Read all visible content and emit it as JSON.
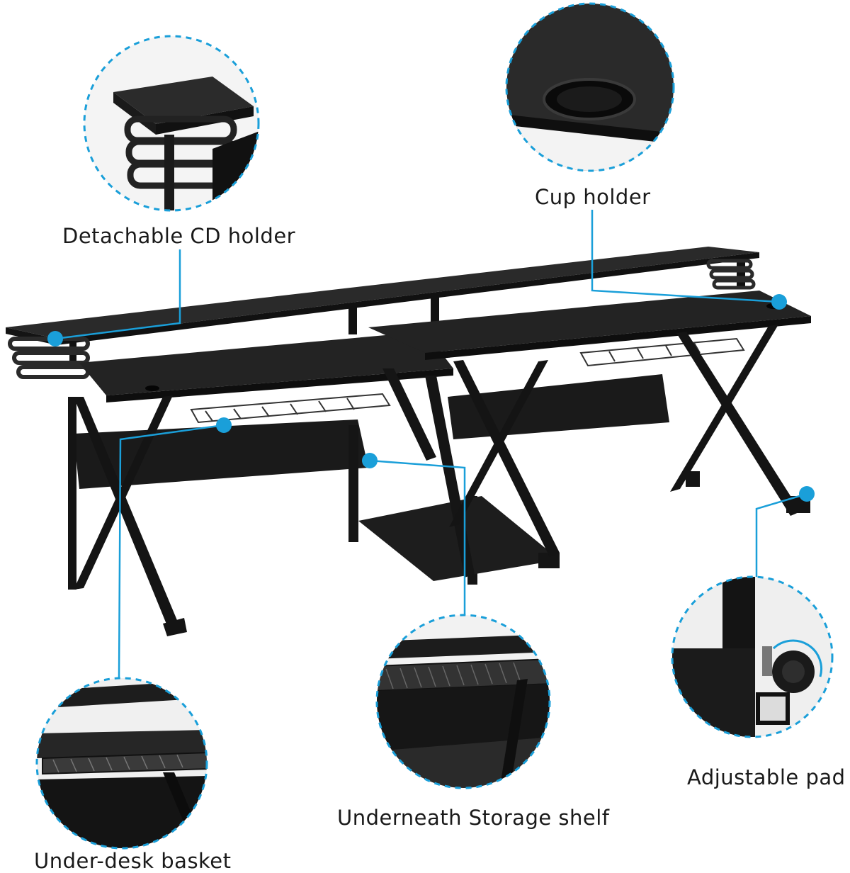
{
  "callouts": {
    "cd_holder": "Detachable CD holder",
    "cup_holder": "Cup holder",
    "adjustable_pad": "Adjustable pad",
    "storage_shelf": "Underneath Storage shelf",
    "desk_basket": "Under-desk basket"
  },
  "colors": {
    "accent": "#1a9fd9",
    "desk": "#1c1c1c",
    "desk_top": "#262626",
    "background": "#ffffff"
  }
}
